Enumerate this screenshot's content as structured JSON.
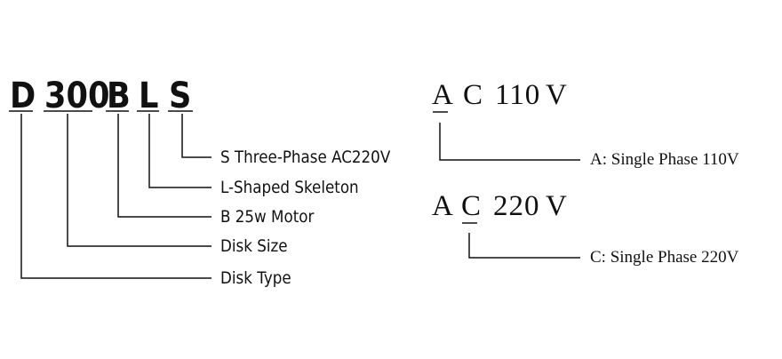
{
  "model_code": {
    "parts": [
      "D",
      "300",
      "B",
      "L",
      "S"
    ],
    "labels": [
      "S Three-Phase AC220V",
      "L-Shaped Skeleton",
      "B 25w Motor",
      "Disk Size",
      "Disk Type"
    ]
  },
  "voltage_codes": [
    {
      "parts": [
        "A",
        "C",
        "110",
        "V"
      ],
      "label": "A: Single Phase 110V"
    },
    {
      "parts": [
        "A",
        "C",
        "220",
        "V"
      ],
      "label": "C: Single Phase 220V"
    }
  ]
}
